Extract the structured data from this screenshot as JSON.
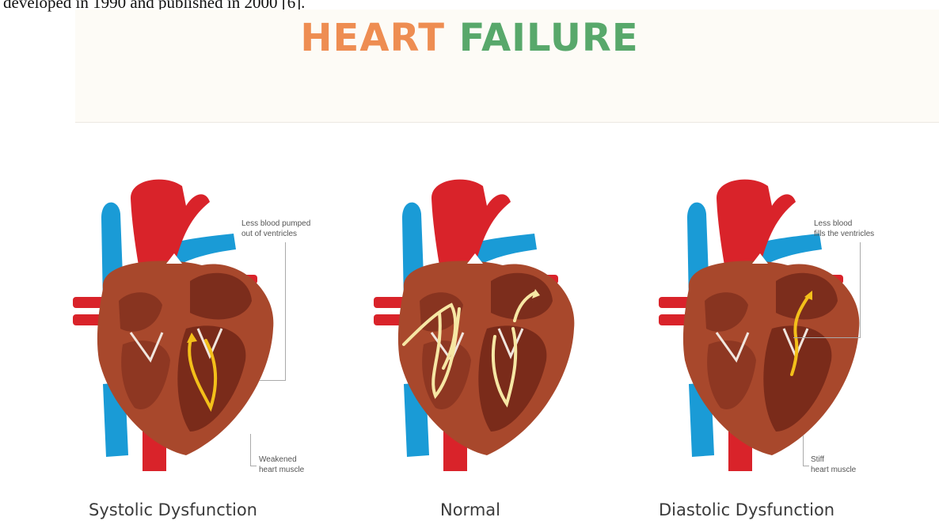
{
  "header_text": "developed in 1990 and published in 2000 [6].",
  "title": {
    "word1": "HEART",
    "word2": "FAILURE"
  },
  "colors": {
    "title_orange": "#ee8d52",
    "title_green": "#58a86b",
    "vein_blue": "#1a9bd6",
    "artery_red": "#d9232a",
    "heart_muscle": "#a8482c",
    "chamber_dark": "#6e2417",
    "flow_yellow": "#f3c01a",
    "flow_pale": "#f6e7a4"
  },
  "panels": [
    {
      "caption": "Systolic Dysfunction",
      "notes": {
        "top_line1": "Less blood pumped",
        "top_line2": "out of ventricles",
        "bottom_line1": "Weakened",
        "bottom_line2": "heart muscle"
      }
    },
    {
      "caption": "Normal"
    },
    {
      "caption": "Diastolic Dysfunction",
      "notes": {
        "top_line1": "Less blood",
        "top_line2": "fills the ventricles",
        "bottom_line1": "Stiff",
        "bottom_line2": "heart muscle"
      }
    }
  ]
}
